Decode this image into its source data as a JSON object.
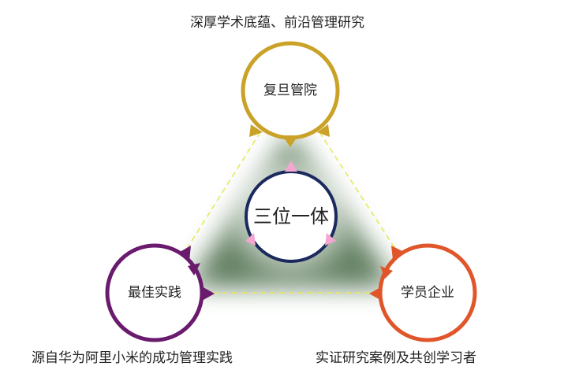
{
  "captions": {
    "top": "深厚学术底蕴、前沿管理研究",
    "bottom_left": "源自华为阿里小米的成功管理实践",
    "bottom_right": "实证研究案例及共创学习者"
  },
  "nodes": {
    "top": {
      "label": "复旦管院",
      "color": "#C9A227"
    },
    "left": {
      "label": "最佳实践",
      "color": "#6A1B6E"
    },
    "right": {
      "label": "学员企业",
      "color": "#E0562A"
    },
    "center": {
      "label": "三位一体",
      "color": "#1B2A5E"
    }
  },
  "colors": {
    "triangle_glow": "#5E7F5C",
    "dashed_edge": "#E8E85A",
    "inner_arrow": "#F4A6D0"
  }
}
